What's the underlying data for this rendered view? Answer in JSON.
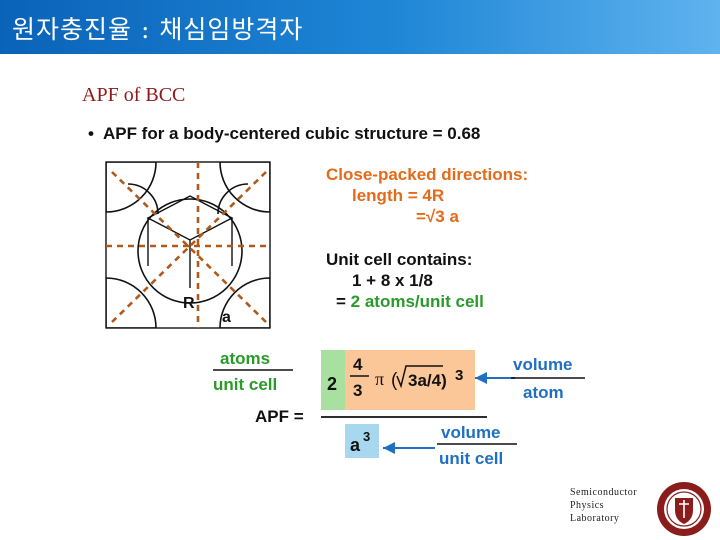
{
  "header": {
    "title": "원자충진율 : 채심임방격자"
  },
  "slide": {
    "subtitle": "APF of BCC",
    "bullet": "APF for a body-centered cubic structure = 0.68",
    "close_packed": {
      "heading": "Close-packed directions:",
      "line1": "length = 4R",
      "line2_prefix": "=",
      "line2_rest": "3 a"
    },
    "unit_cell": {
      "heading": "Unit cell contains:",
      "line1": "1 + 8 x 1/8",
      "line2_prefix": "= ",
      "line2_rest": "2 atoms/unit cell"
    },
    "cube_labels": {
      "r": "R",
      "a": "a"
    },
    "formula": {
      "atoms": "atoms",
      "unit_cell": "unit cell",
      "apf": "APF =",
      "two": "2",
      "four": "4",
      "three": "3",
      "pi": "π",
      "paren_content": "3a/4)",
      "cube_exp": "3",
      "volume": "volume",
      "atom": "atom",
      "a_base": "a",
      "a_exp": "3",
      "volume2": "volume",
      "unit_cell2": "unit cell"
    }
  },
  "footer": {
    "lab_line1": "Semiconductor",
    "lab_line2": "Physics",
    "lab_line3": "Laboratory"
  },
  "colors": {
    "header_start": "#0a63b8",
    "header_end": "#5fb3ee",
    "subtitle": "#8c1a1a",
    "orange": "#e36b1a",
    "blue": "#1f6fc2",
    "green": "#2a9a2a",
    "green_box": "#a8e0a0",
    "orange_box": "#fbc799"
  },
  "icons": {
    "cube": "bcc-unit-cell-illustration",
    "seal": "university-seal-logo"
  }
}
